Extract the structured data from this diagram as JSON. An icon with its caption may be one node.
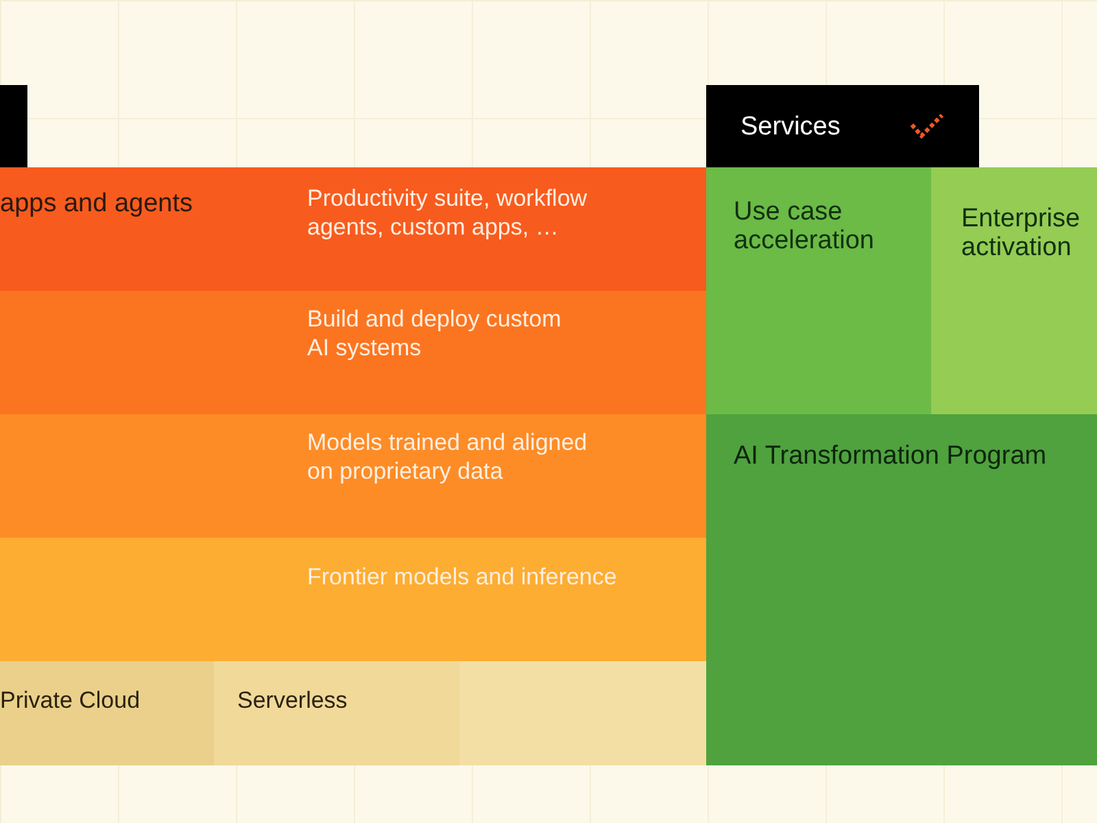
{
  "diagram": {
    "nodes": [
      {
        "text": [],
        "shape": "box"
      },
      {
        "text": [
          "apps and agents",
          "Productivity suite, workflow agents, custom apps, …"
        ]
      },
      {
        "text": [
          "Build and deploy custom AI systems"
        ]
      },
      {
        "text": [
          "Models trained and aligned on proprietary data"
        ]
      },
      {
        "text": [
          "Frontier models and inference"
        ]
      },
      {
        "text": [
          "Private Cloud"
        ]
      },
      {
        "text": [
          "Serverless"
        ]
      },
      {
        "text": [],
        "shape": "box"
      },
      {
        "text": [
          "Services"
        ]
      },
      {
        "text": [
          "Use case acceleration"
        ]
      },
      {
        "text": [
          "Enterprise activation"
        ]
      },
      {
        "text": [
          "AI Transformation Program"
        ]
      }
    ],
    "edges": []
  }
}
